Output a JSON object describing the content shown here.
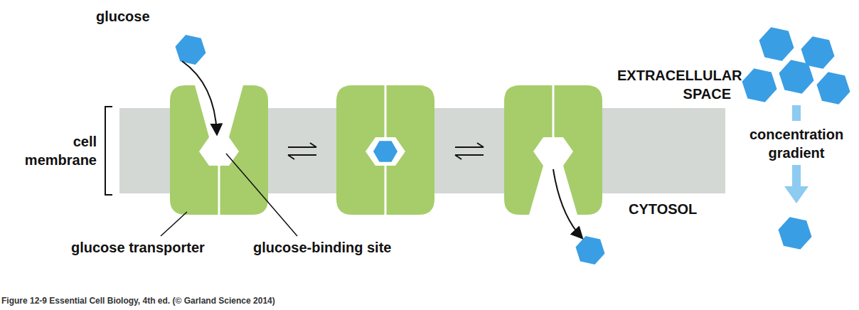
{
  "diagram": {
    "caption": "Figure 12-9 Essential Cell Biology, 4th ed. (© Garland Science 2014)",
    "labels": [
      "glucose",
      "cell membrane",
      "glucose transporter",
      "glucose-binding site",
      "EXTRACELLULAR SPACE",
      "CYTOSOL",
      "concentration gradient"
    ]
  }
}
